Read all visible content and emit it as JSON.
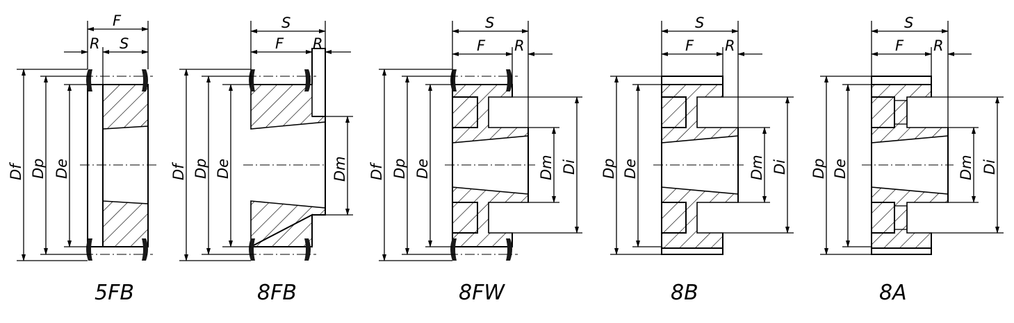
{
  "profiles": [
    {
      "id": "5FB",
      "caption": "5FB",
      "labels": {
        "top": "F",
        "mid_r": "R",
        "mid_s": "S",
        "v1": "Df",
        "v2": "Dp",
        "v3": "De"
      }
    },
    {
      "id": "8FB",
      "caption": "8FB",
      "labels": {
        "top": "S",
        "mid_f": "F",
        "mid_r": "R",
        "v1": "Df",
        "v2": "Dp",
        "v3": "De",
        "v4": "Dm"
      }
    },
    {
      "id": "8FW",
      "caption": "8FW",
      "labels": {
        "top": "S",
        "mid_f": "F",
        "mid_r": "R",
        "v1": "Df",
        "v2": "Dp",
        "v3": "De",
        "v4": "Dm",
        "v5": "Di"
      }
    },
    {
      "id": "8B",
      "caption": "8B",
      "labels": {
        "top": "S",
        "mid_f": "F",
        "mid_r": "R",
        "v2": "Dp",
        "v3": "De",
        "v4": "Dm",
        "v5": "Di"
      }
    },
    {
      "id": "8A",
      "caption": "8A",
      "labels": {
        "top": "S",
        "mid_f": "F",
        "mid_r": "R",
        "v2": "Dp",
        "v3": "De",
        "v4": "Dm",
        "v5": "Di"
      }
    }
  ]
}
